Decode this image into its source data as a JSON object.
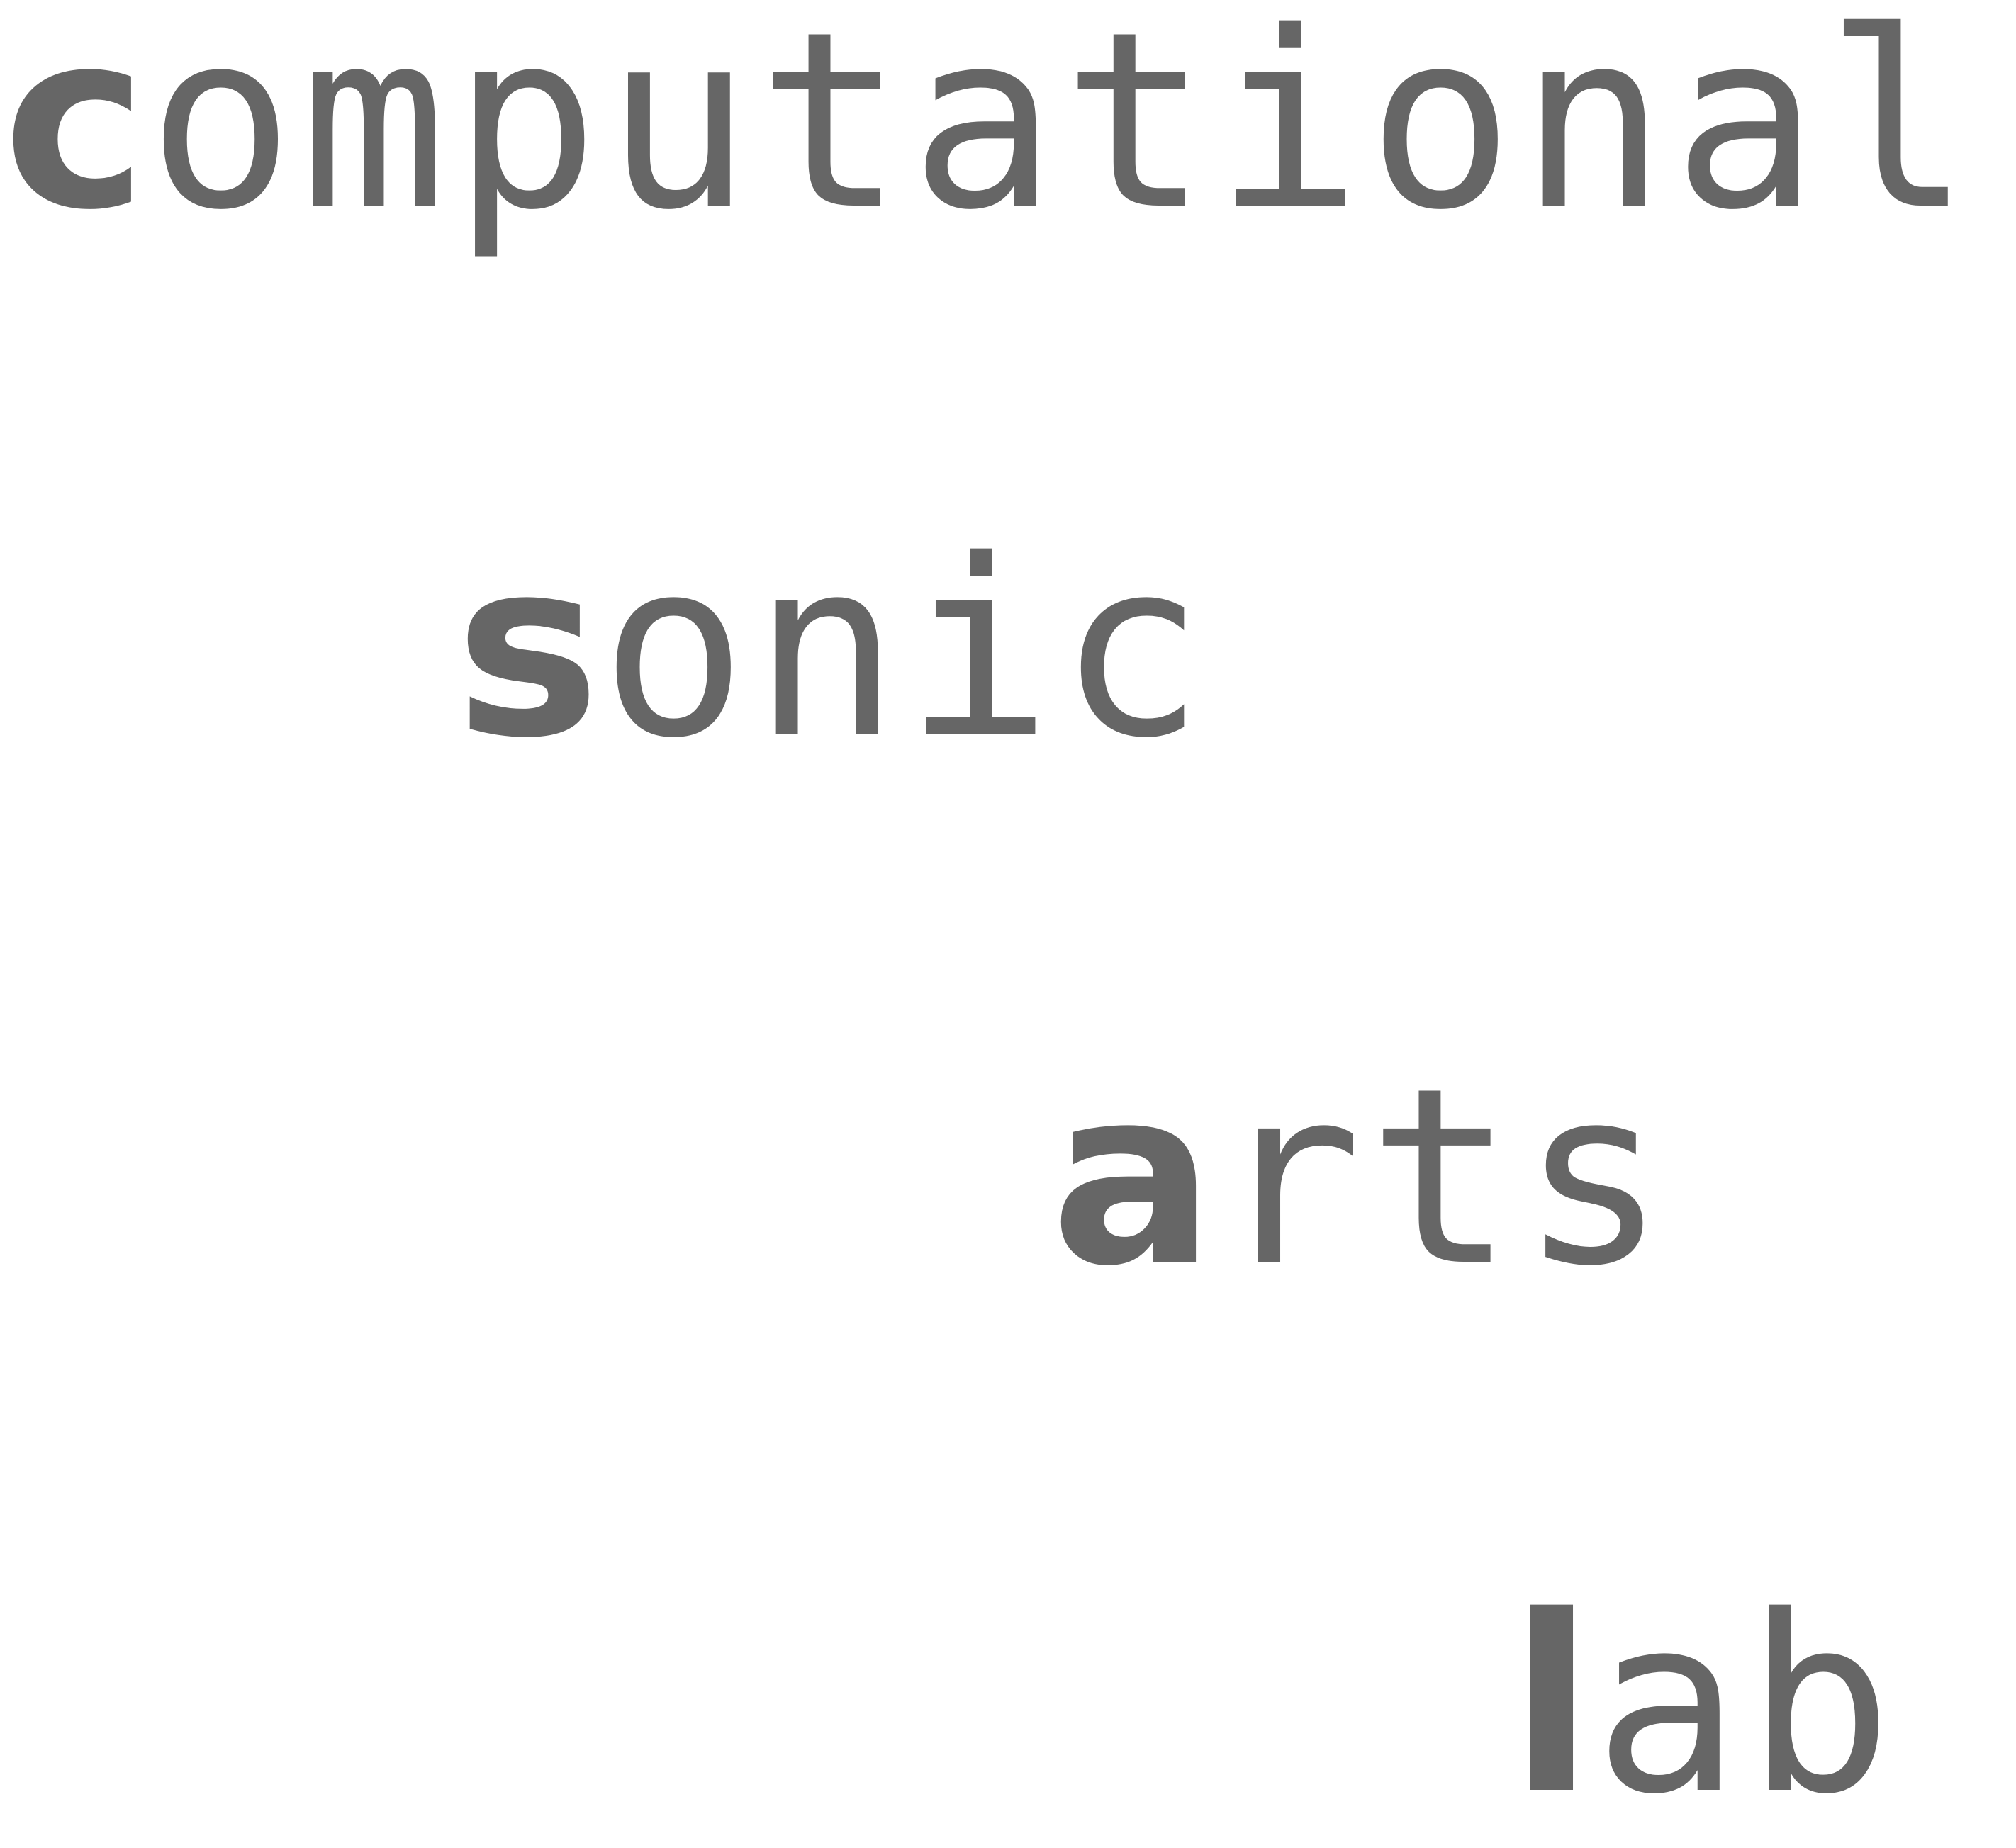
{
  "logo": {
    "color": "#666666",
    "words": [
      {
        "id": "computational",
        "initial": "c",
        "rest": "omputational"
      },
      {
        "id": "sonic",
        "initial": "s",
        "rest": "onic"
      },
      {
        "id": "arts",
        "initial": "a",
        "rest": "rts"
      },
      {
        "id": "lab",
        "initial": "l",
        "rest": "ab"
      }
    ]
  }
}
